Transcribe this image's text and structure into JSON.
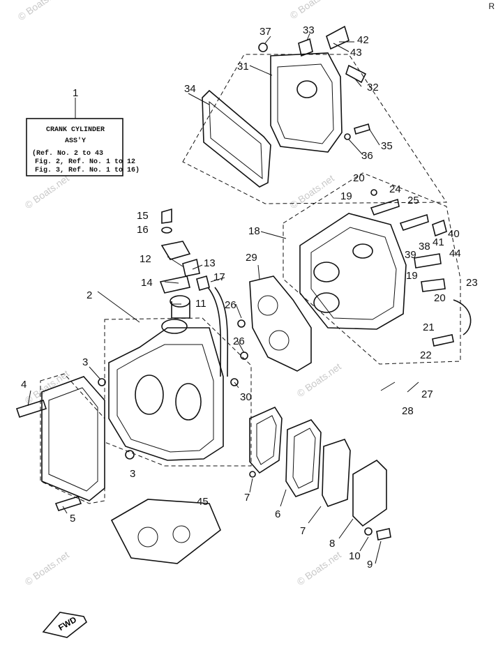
{
  "assembly_box": {
    "title": "CRANK CYLINDER",
    "subtitle": "ASS'Y",
    "ref_lines": [
      "(Ref. No. 2 to 43",
      "Fig. 2, Ref. No. 1 to 12",
      "Fig. 3, Ref. No. 1 to 16)"
    ],
    "callout": "1"
  },
  "watermark": "© Boats.net",
  "fwd_label": "FWD",
  "ref_sheet_header": "R",
  "callouts": [
    {
      "id": "c2",
      "label": "2"
    },
    {
      "id": "c3a",
      "label": "3"
    },
    {
      "id": "c3b",
      "label": "3"
    },
    {
      "id": "c4",
      "label": "4"
    },
    {
      "id": "c5",
      "label": "5"
    },
    {
      "id": "c6",
      "label": "6"
    },
    {
      "id": "c7a",
      "label": "7"
    },
    {
      "id": "c7b",
      "label": "7"
    },
    {
      "id": "c8",
      "label": "8"
    },
    {
      "id": "c9",
      "label": "9"
    },
    {
      "id": "c10",
      "label": "10"
    },
    {
      "id": "c11",
      "label": "11"
    },
    {
      "id": "c12",
      "label": "12"
    },
    {
      "id": "c13",
      "label": "13"
    },
    {
      "id": "c14",
      "label": "14"
    },
    {
      "id": "c15",
      "label": "15"
    },
    {
      "id": "c16",
      "label": "16"
    },
    {
      "id": "c17",
      "label": "17"
    },
    {
      "id": "c18",
      "label": "18"
    },
    {
      "id": "c19a",
      "label": "19"
    },
    {
      "id": "c19b",
      "label": "19"
    },
    {
      "id": "c20a",
      "label": "20"
    },
    {
      "id": "c20b",
      "label": "20"
    },
    {
      "id": "c21",
      "label": "21"
    },
    {
      "id": "c22",
      "label": "22"
    },
    {
      "id": "c23",
      "label": "23"
    },
    {
      "id": "c24",
      "label": "24"
    },
    {
      "id": "c25",
      "label": "25"
    },
    {
      "id": "c26a",
      "label": "26"
    },
    {
      "id": "c26b",
      "label": "26"
    },
    {
      "id": "c27",
      "label": "27"
    },
    {
      "id": "c28",
      "label": "28"
    },
    {
      "id": "c29",
      "label": "29"
    },
    {
      "id": "c30",
      "label": "30"
    },
    {
      "id": "c31",
      "label": "31"
    },
    {
      "id": "c32",
      "label": "32"
    },
    {
      "id": "c33",
      "label": "33"
    },
    {
      "id": "c34",
      "label": "34"
    },
    {
      "id": "c35",
      "label": "35"
    },
    {
      "id": "c36",
      "label": "36"
    },
    {
      "id": "c37",
      "label": "37"
    },
    {
      "id": "c38",
      "label": "38"
    },
    {
      "id": "c39",
      "label": "39"
    },
    {
      "id": "c40",
      "label": "40"
    },
    {
      "id": "c41",
      "label": "41"
    },
    {
      "id": "c42",
      "label": "42"
    },
    {
      "id": "c43",
      "label": "43"
    },
    {
      "id": "c44",
      "label": "44"
    },
    {
      "id": "c45",
      "label": "45"
    }
  ]
}
